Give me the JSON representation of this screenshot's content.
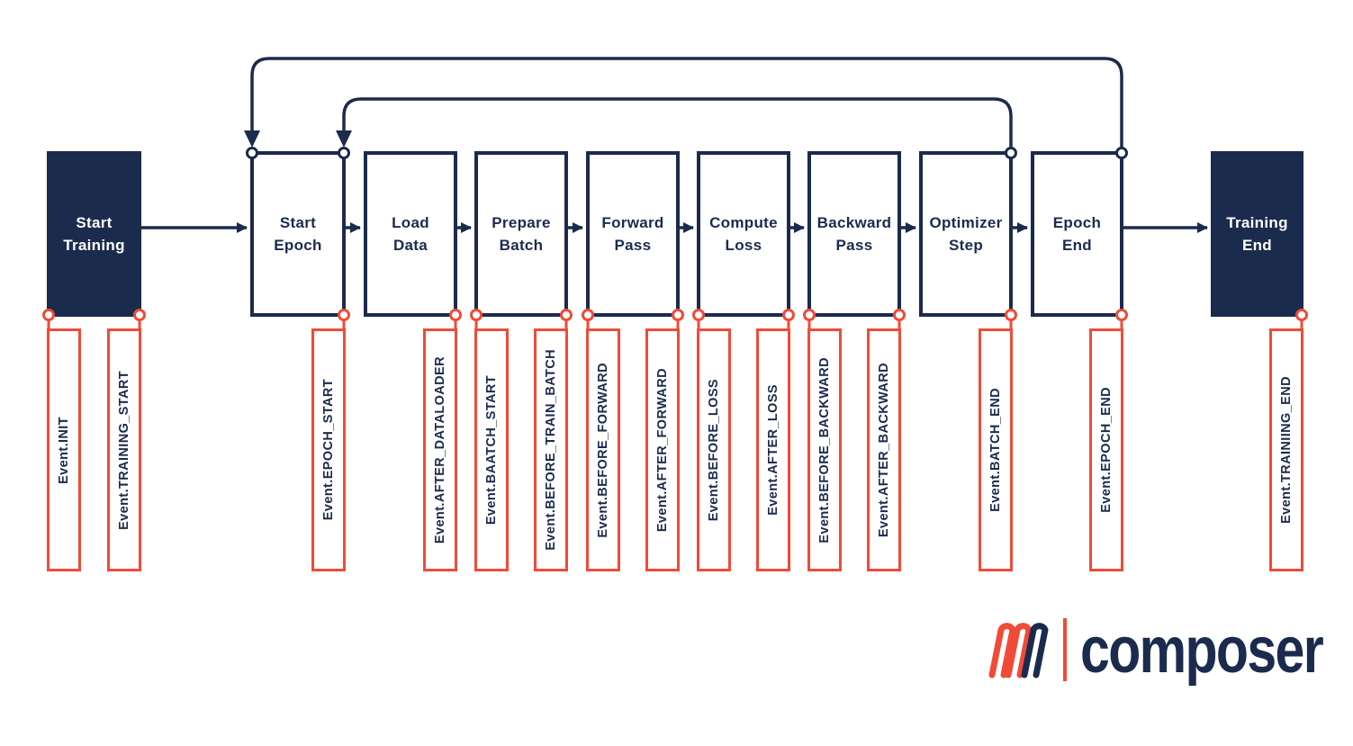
{
  "colors": {
    "navy": "#1b2b4d",
    "red": "#f04b37",
    "background": "#ffffff"
  },
  "stages": [
    {
      "label": "Start\nTraining",
      "filled": true
    },
    {
      "label": "Start\nEpoch",
      "filled": false
    },
    {
      "label": "Load\nData",
      "filled": false
    },
    {
      "label": "Prepare\nBatch",
      "filled": false
    },
    {
      "label": "Forward\nPass",
      "filled": false
    },
    {
      "label": "Compute\nLoss",
      "filled": false
    },
    {
      "label": "Backward\nPass",
      "filled": false
    },
    {
      "label": "Optimizer\nStep",
      "filled": false
    },
    {
      "label": "Epoch\nEnd",
      "filled": false
    },
    {
      "label": "Training\nEnd",
      "filled": true
    }
  ],
  "events": [
    {
      "text": "Event.INIT"
    },
    {
      "text": "Event.TRAINING_START"
    },
    {
      "text": "Event.EPOCH_START"
    },
    {
      "text": "Event.AFTER_DATALOADER"
    },
    {
      "text": "Event.BAATCH_START"
    },
    {
      "text": "Event.BEFORE_TRAIN_BATCH"
    },
    {
      "text": "Event.BEFORE_FORWARD"
    },
    {
      "text": "Event.AFTER_FORWARD"
    },
    {
      "text": "Event.BEFORE_LOSS"
    },
    {
      "text": "Event.AFTER_LOSS"
    },
    {
      "text": "Event.BEFORE_BACKWARD"
    },
    {
      "text": "Event.AFTER_BACKWARD"
    },
    {
      "text": "Event.BATCH_END"
    },
    {
      "text": "Event.EPOCH_END"
    },
    {
      "text": "Event.TRAINIING_END"
    }
  ],
  "logo": {
    "wordmark": "composer"
  }
}
